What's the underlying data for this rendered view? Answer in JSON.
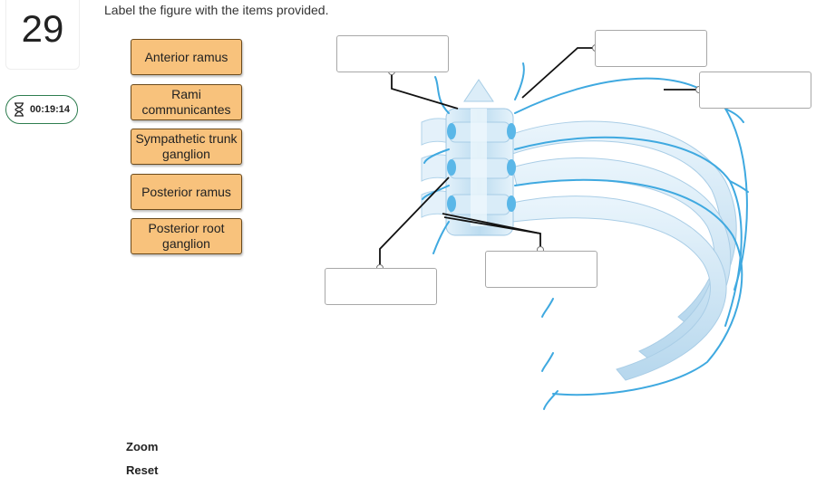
{
  "question": {
    "number": "29"
  },
  "timer": {
    "value": "00:19:14",
    "icon": "hourglass-icon"
  },
  "instruction": "Label the figure with the items provided.",
  "labels": [
    {
      "text": "Anterior ramus"
    },
    {
      "text": "Rami communicantes"
    },
    {
      "text": "Sympathetic trunk ganglion"
    },
    {
      "text": "Posterior ramus"
    },
    {
      "text": "Posterior root ganglion"
    }
  ],
  "controls": {
    "zoom": "Zoom",
    "reset": "Reset"
  },
  "colors": {
    "chip": "#f8c27c",
    "timer_border": "#2e7d4f",
    "nerve": "#3fa9e0",
    "bone": "#cfe6f5"
  }
}
